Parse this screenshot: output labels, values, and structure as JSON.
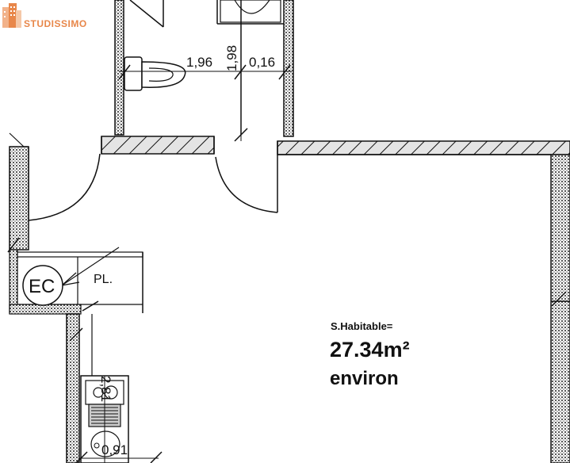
{
  "brand": {
    "name": "STUDISSIMO",
    "color": "#e8874a"
  },
  "dimensions": {
    "wc_width": "1,96",
    "wc_depth": "1,98",
    "wall_gap": "0,16",
    "kitchen_depth": "2,81",
    "kitchen_width": "0,91"
  },
  "rooms": {
    "electric_meter": "EC",
    "closet": "PL."
  },
  "surface": {
    "caption": "S.Habitable=",
    "value": "27.34m²",
    "qualifier": "environ"
  },
  "colors": {
    "wall_line": "#1a1a1a",
    "hatch_fill": "#e6e6e6"
  }
}
